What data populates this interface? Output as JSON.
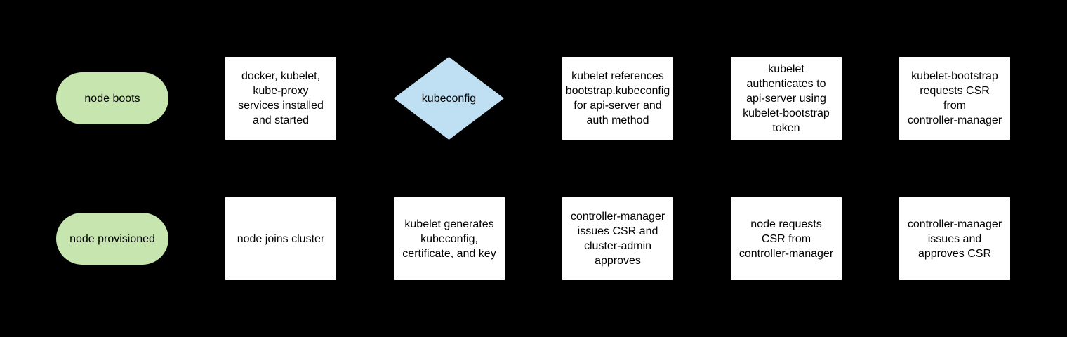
{
  "colors": {
    "background": "#000000",
    "terminator-fill": "#c6e5af",
    "process-fill": "#ffffff",
    "decision-fill": "#bee0f2",
    "text": "#000000"
  },
  "nodes": [
    {
      "id": "node-boots",
      "shape": "terminator",
      "label": "node boots"
    },
    {
      "id": "services-installed",
      "shape": "process",
      "label": "docker, kubelet,\nkube-proxy\nservices installed\nand started"
    },
    {
      "id": "kubeconfig-decision",
      "shape": "decision",
      "label": "kubeconfig"
    },
    {
      "id": "kubelet-references-bootstrap-kubeconfig",
      "shape": "process",
      "label": "kubelet references\nbootstrap.kubeconfig\nfor api-server and\nauth method"
    },
    {
      "id": "kubelet-authenticates",
      "shape": "process",
      "label": "kubelet\nauthenticates to\napi-server using\nkubelet-bootstrap\ntoken"
    },
    {
      "id": "kubelet-bootstrap-requests-csr",
      "shape": "process",
      "label": "kubelet-bootstrap\nrequests CSR\nfrom\ncontroller-manager"
    },
    {
      "id": "node-provisioned",
      "shape": "terminator",
      "label": "node provisioned"
    },
    {
      "id": "node-joins-cluster",
      "shape": "process",
      "label": "node joins cluster"
    },
    {
      "id": "kubelet-generates-kubeconfig",
      "shape": "process",
      "label": "kubelet generates\nkubeconfig,\ncertificate, and key"
    },
    {
      "id": "controller-manager-issues-csr-cluster-admin-approves",
      "shape": "process",
      "label": "controller-manager\nissues CSR and\ncluster-admin\napproves"
    },
    {
      "id": "node-requests-csr",
      "shape": "process",
      "label": "node requests\nCSR from\ncontroller-manager"
    },
    {
      "id": "controller-manager-issues-and-approves-csr",
      "shape": "process",
      "label": "controller-manager\nissues and\napproves CSR"
    }
  ]
}
